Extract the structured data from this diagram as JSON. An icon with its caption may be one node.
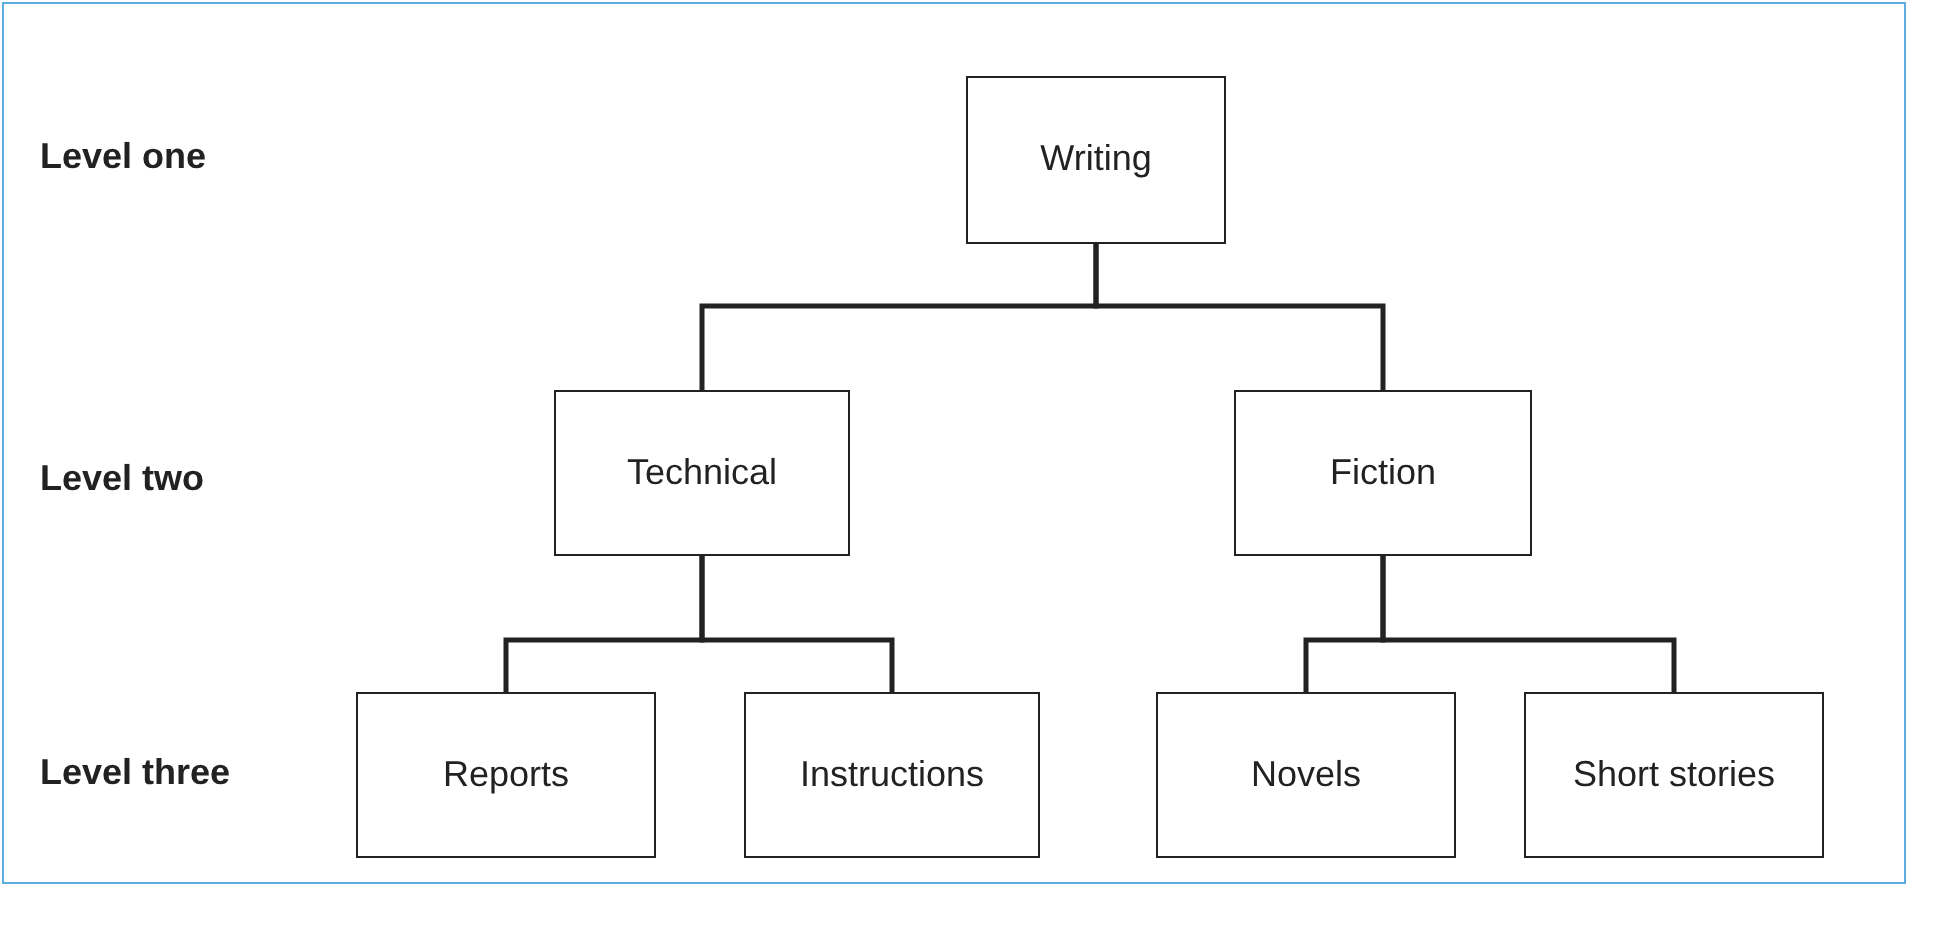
{
  "diagram": {
    "nodes": [
      {
        "text": [
          "Writing"
        ]
      },
      {
        "text": [
          "Technical"
        ]
      },
      {
        "text": [
          "Fiction"
        ]
      },
      {
        "text": [
          "Reports"
        ]
      },
      {
        "text": [
          "Instructions"
        ]
      },
      {
        "text": [
          "Novels"
        ]
      },
      {
        "text": [
          "Short stories"
        ]
      }
    ],
    "edges": [
      {
        "from": 0,
        "to": 1,
        "arrow": "none"
      },
      {
        "from": 0,
        "to": 2,
        "arrow": "none"
      },
      {
        "from": 1,
        "to": 3,
        "arrow": "none"
      },
      {
        "from": 1,
        "to": 4,
        "arrow": "none"
      },
      {
        "from": 2,
        "to": 5,
        "arrow": "none"
      },
      {
        "from": 2,
        "to": 6,
        "arrow": "none"
      }
    ],
    "labels": [
      "Level one",
      "Level two",
      "Level three"
    ]
  }
}
